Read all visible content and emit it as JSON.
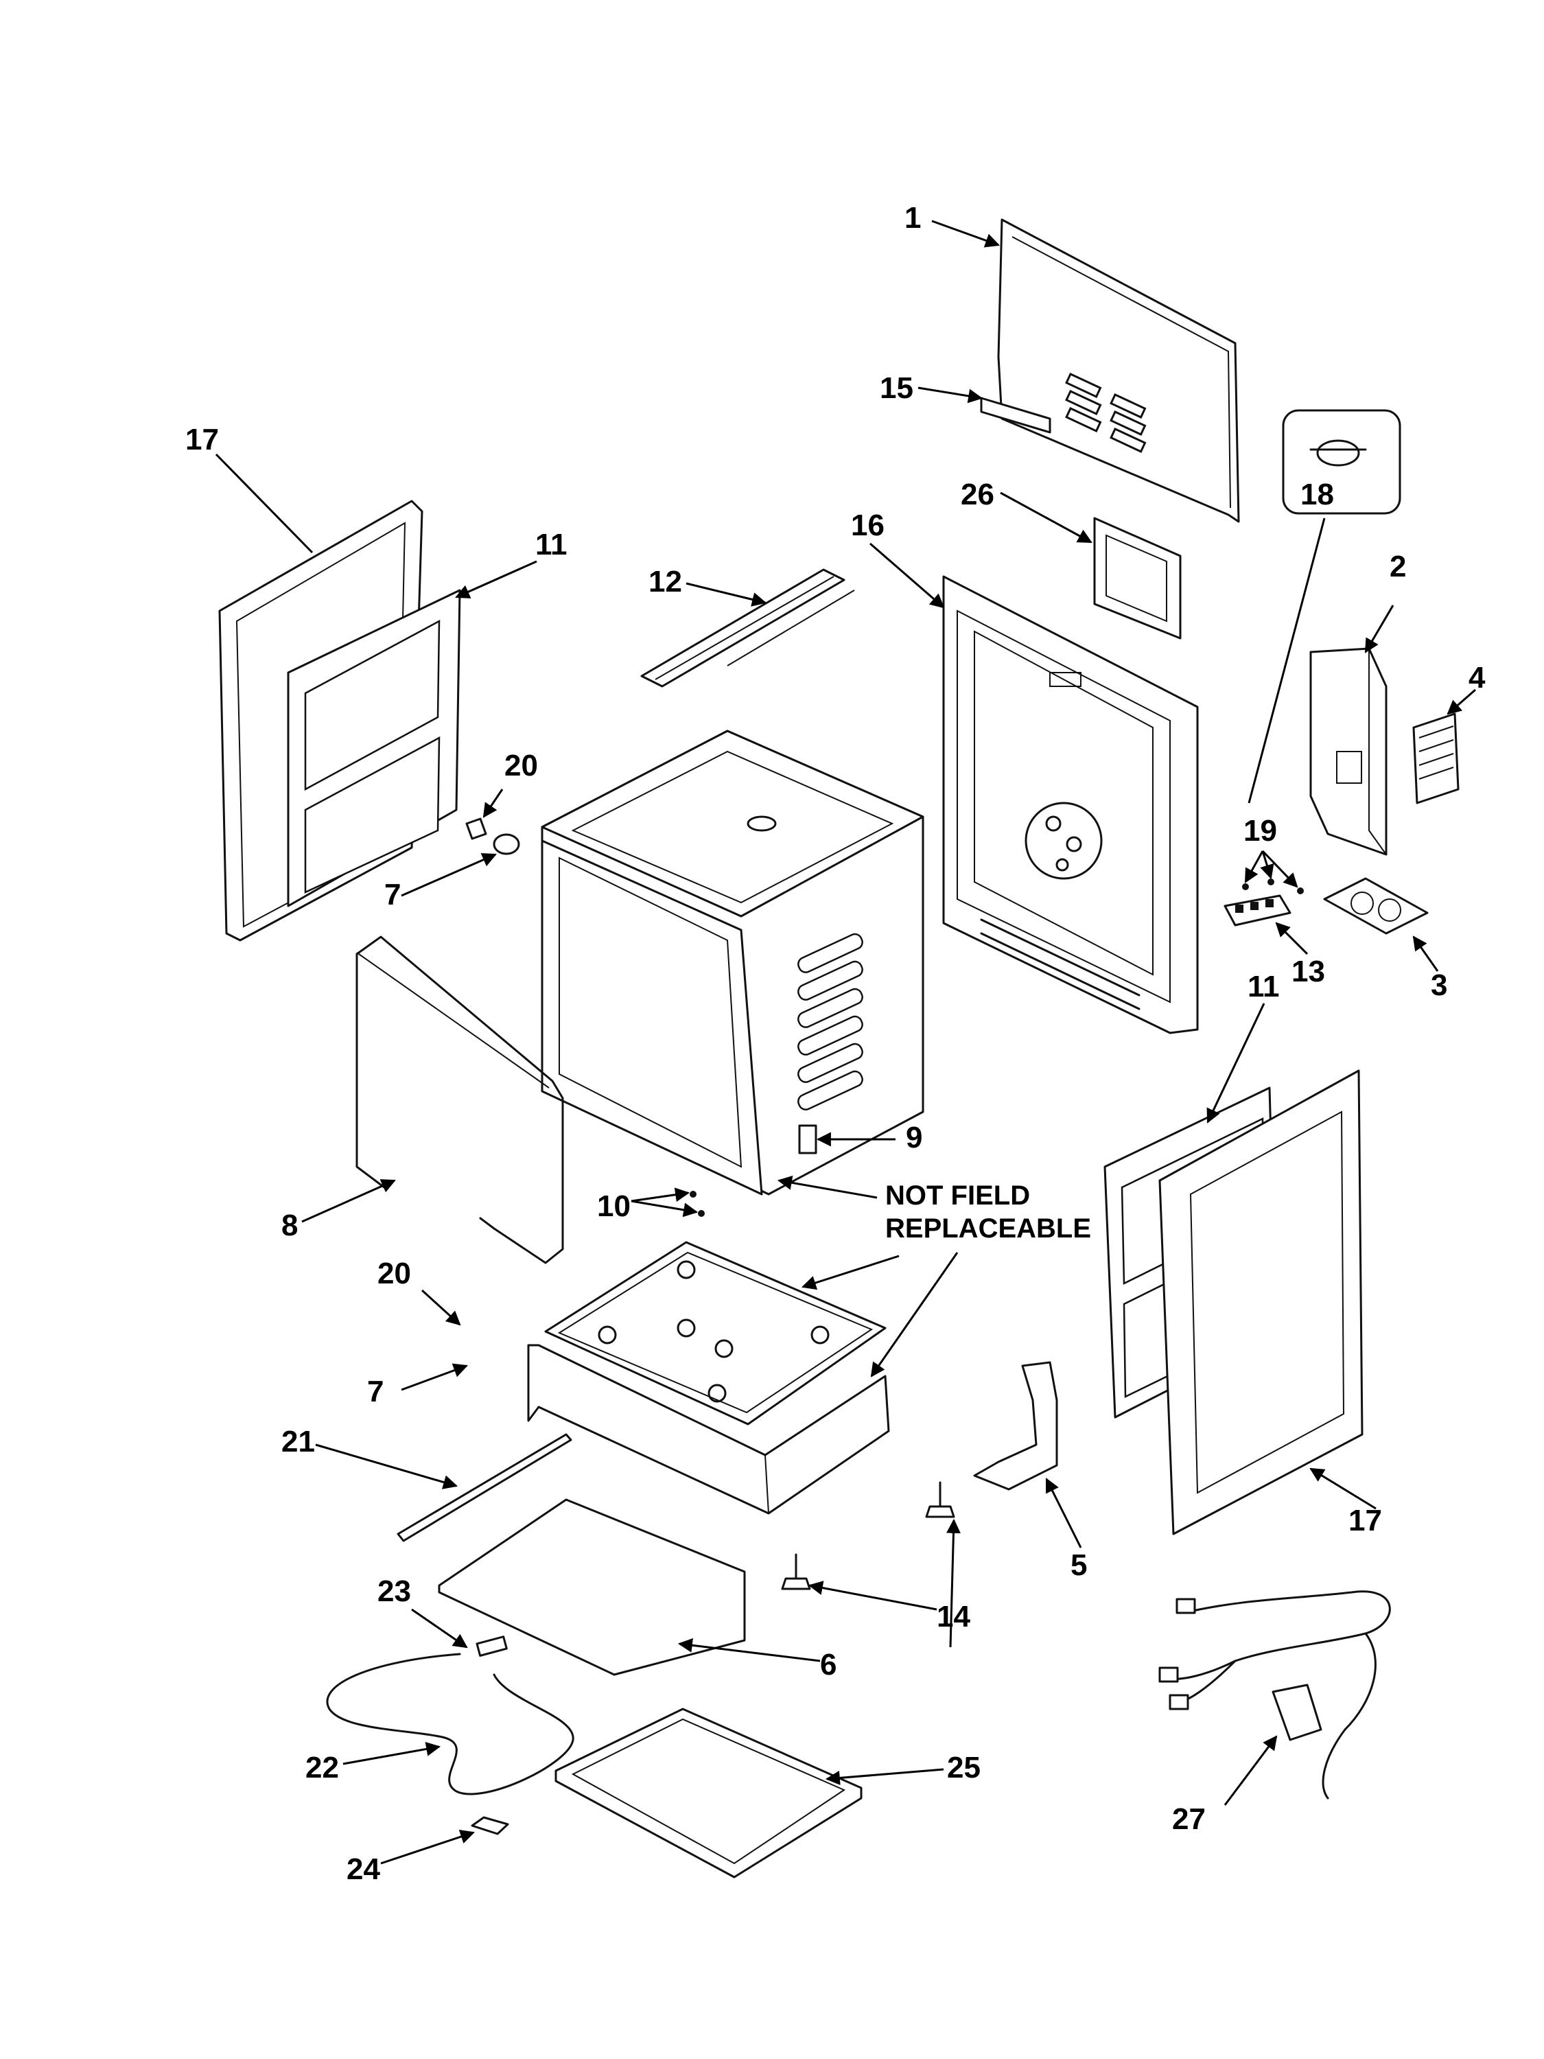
{
  "diagram": {
    "callouts": {
      "c1": "1",
      "c2": "2",
      "c3": "3",
      "c4": "4",
      "c5": "5",
      "c6": "6",
      "c7a": "7",
      "c7b": "7",
      "c8": "8",
      "c9": "9",
      "c10": "10",
      "c11a": "11",
      "c11b": "11",
      "c12": "12",
      "c13": "13",
      "c14": "14",
      "c15": "15",
      "c16": "16",
      "c17a": "17",
      "c17b": "17",
      "c18": "18",
      "c19": "19",
      "c20a": "20",
      "c20b": "20",
      "c21": "21",
      "c22": "22",
      "c23": "23",
      "c24": "24",
      "c25": "25",
      "c26": "26",
      "c27": "27"
    },
    "note": {
      "line1": "NOT FIELD",
      "line2": "REPLACEABLE"
    }
  }
}
